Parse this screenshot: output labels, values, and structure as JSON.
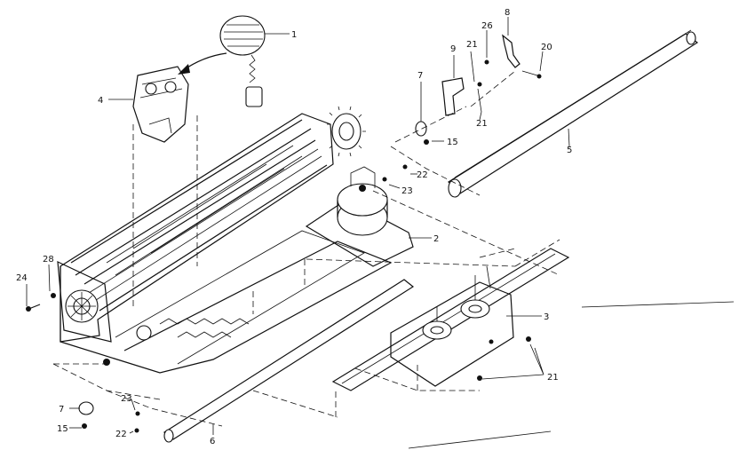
{
  "labels": {
    "l1": "1",
    "l2": "2",
    "l3": "3",
    "l4": "4",
    "l5": "5",
    "l6": "6",
    "l7a": "7",
    "l7b": "7",
    "l8": "8",
    "l9": "9",
    "l15a": "15",
    "l15b": "15",
    "l20": "20",
    "l21a": "21",
    "l21b": "21",
    "l21c": "21",
    "l22a": "22",
    "l22b": "22",
    "l23a": "23",
    "l23b": "23",
    "l24": "24",
    "l26": "26",
    "l28": "28"
  }
}
